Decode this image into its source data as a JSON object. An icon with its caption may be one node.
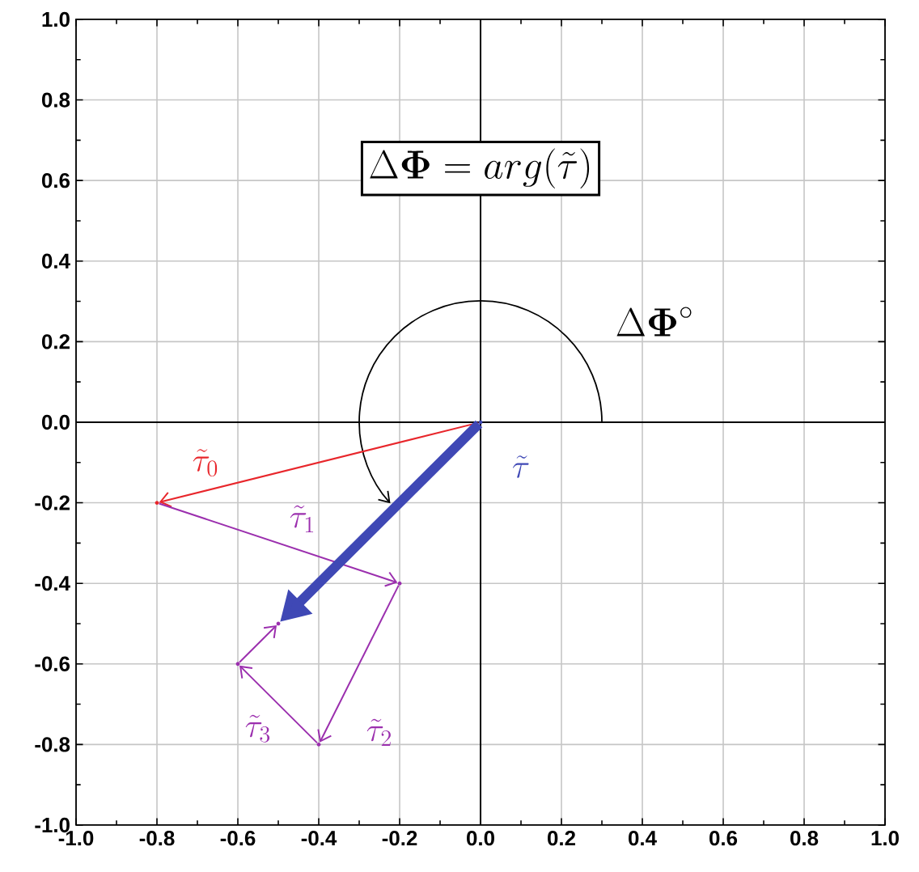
{
  "diagram": {
    "nodes": [
      {
        "text": [
          "\\Delta\\boldsymbol{\\Phi} = arg(\\tilde{\\tau})"
        ]
      },
      {
        "text": [],
        "shape": "dot"
      },
      {
        "text": [],
        "shape": "dot"
      },
      {
        "text": [],
        "shape": "dot"
      },
      {
        "text": [],
        "shape": "dot"
      },
      {
        "text": [],
        "shape": "dot"
      },
      {
        "text": [],
        "shape": "dot"
      }
    ],
    "edges": [
      {
        "from": 1,
        "to": 2,
        "arrow": "to",
        "label": "\\tilde{\\tau}_0",
        "color": "#e8262b"
      },
      {
        "from": 2,
        "to": 3,
        "arrow": "to",
        "label": "\\tilde{\\tau}_1"
      },
      {
        "from": 3,
        "to": 6,
        "arrow": "to",
        "label": "\\tilde{\\tau}_2"
      },
      {
        "from": 6,
        "to": 5,
        "arrow": "to",
        "label": "\\tilde{\\tau}_3"
      },
      {
        "from": 5,
        "to": 4,
        "arrow": "to"
      },
      {
        "from": 1,
        "to": 4,
        "arrow": "to",
        "label": "\\tilde{\\tau}",
        "style": "thick",
        "color": "#3f48b5"
      }
    ],
    "labels": [
      "\\Delta\\boldsymbol{\\Phi}^{\\circ}"
    ],
    "chart_data": {
      "type": "line",
      "grid": true,
      "xlim": [
        -1,
        1
      ],
      "ylim": [
        -1,
        1
      ],
      "xticks": [
        {
          "value": -1,
          "label": "-1.0"
        },
        {
          "value": -0.8,
          "label": "-0.8"
        },
        {
          "value": -0.6,
          "label": "-0.6"
        },
        {
          "value": -0.4,
          "label": "-0.4"
        },
        {
          "value": -0.2,
          "label": "-0.2"
        },
        {
          "value": 0,
          "label": "0.0"
        },
        {
          "value": 0.2,
          "label": "0.2"
        },
        {
          "value": 0.4,
          "label": "0.4"
        },
        {
          "value": 0.6,
          "label": "0.6"
        },
        {
          "value": 0.8,
          "label": "0.8"
        },
        {
          "value": 1,
          "label": "1.0"
        }
      ],
      "yticks": [
        {
          "value": -1,
          "label": "-1.0"
        },
        {
          "value": -0.8,
          "label": "-0.8"
        },
        {
          "value": -0.6,
          "label": "-0.6"
        },
        {
          "value": -0.4,
          "label": "-0.4"
        },
        {
          "value": -0.2,
          "label": "-0.2"
        },
        {
          "value": 0,
          "label": "0.0"
        },
        {
          "value": 0.2,
          "label": "0.2"
        },
        {
          "value": 0.4,
          "label": "0.4"
        },
        {
          "value": 0.6,
          "label": "0.6"
        },
        {
          "value": 0.8,
          "label": "0.8"
        },
        {
          "value": 1,
          "label": "1.0"
        }
      ]
    }
  }
}
